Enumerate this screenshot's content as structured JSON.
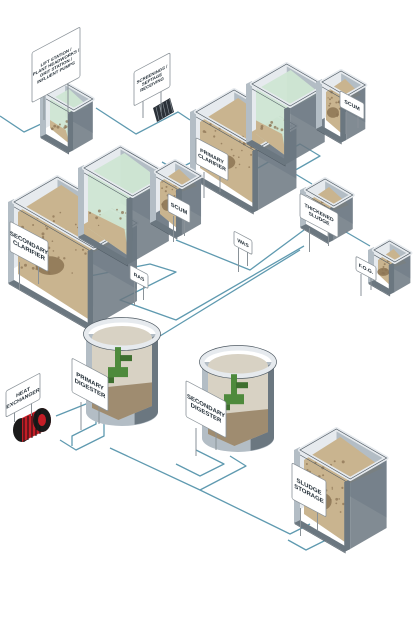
{
  "colors": {
    "pipe": "#5f9ab0",
    "wall_light": "#e6eaee",
    "wall_mid": "#b3bdc5",
    "wall_dark": "#6b7780",
    "wall_edge": "#4f5a63",
    "sludge": "#c9b48f",
    "sludge_dark": "#8c7454",
    "water": "#cfe6d3",
    "heat_exchanger": "#c41d26",
    "equipment": "#4e8a3c"
  },
  "icons": {
    "screen": "screening-grate-icon",
    "heat_exchanger": "heat-exchanger-icon",
    "digester_equipment": "mixer-equipment-icon"
  },
  "labels": {
    "lift_station": [
      "LIFT STATION /",
      "PLANT HEADWORKS /",
      "GRIT STATION /",
      "INFLUENT PUMPS"
    ],
    "screenings": [
      "SCREENINGS /",
      "SEPTAGE",
      "RECEIVING"
    ],
    "primary_clarifier": [
      "PRIMARY",
      "CLARIFIER"
    ],
    "scum_top": [
      "SCUM"
    ],
    "secondary_clarifier": [
      "SECONDARY",
      "CLARIFIER"
    ],
    "scum_mid": [
      "SCUM"
    ],
    "thickened_sludge": [
      "THICKENED",
      "SLUDGE"
    ],
    "fos": [
      "F.O.G."
    ],
    "was": [
      "WAS"
    ],
    "ras": [
      "RAS"
    ],
    "heat_exchanger": [
      "HEAT",
      "EXCHANGER"
    ],
    "primary_digester": [
      "PRIMARY",
      "DIGESTER"
    ],
    "secondary_digester": [
      "SECONDARY",
      "DIGESTER"
    ],
    "sludge_storage": [
      "SLUDGE",
      "STORAGE"
    ]
  }
}
